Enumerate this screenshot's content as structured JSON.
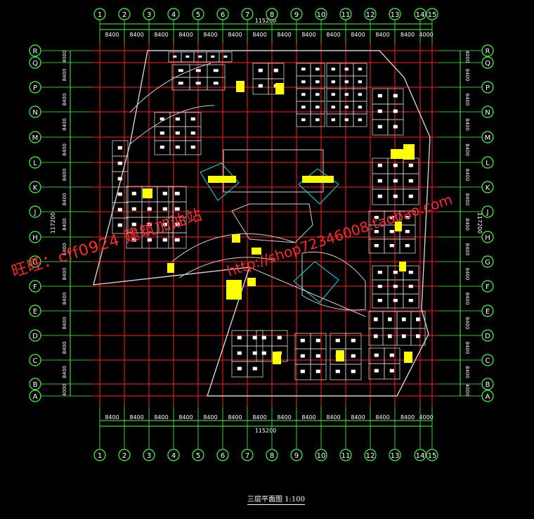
{
  "drawing": {
    "title": "三层平面图 1:100",
    "grid_columns": [
      "1",
      "2",
      "3",
      "4",
      "5",
      "6",
      "7",
      "8",
      "9",
      "10",
      "11",
      "12",
      "13",
      "14",
      "15"
    ],
    "grid_rows_top_to_bottom": [
      "R",
      "Q",
      "P",
      "N",
      "M",
      "L",
      "K",
      "J",
      "H",
      "G",
      "F",
      "E",
      "D",
      "C",
      "B",
      "A"
    ],
    "column_spacings": [
      "8400",
      "8400",
      "8400",
      "8400",
      "8400",
      "8400",
      "8400",
      "8400",
      "8400",
      "8400",
      "8400",
      "8400",
      "8400",
      "4000"
    ],
    "row_spacings_top_to_bottom": [
      "4000",
      "8400",
      "8400",
      "8400",
      "8400",
      "8400",
      "8400",
      "8400",
      "8400",
      "8400",
      "8400",
      "8400",
      "8400",
      "8400",
      "4000"
    ],
    "total_width": "115200",
    "total_height": "117200"
  },
  "watermark": {
    "left_text": "旺旺：cff0924  建筑加油站",
    "right_text": "http://shop72346008.taobao.com"
  },
  "colors": {
    "background": "#000000",
    "grid_axis": "#ff2020",
    "dimension": "#40ff40",
    "bubble_text": "#ffffff",
    "walls": "#cfcfcf",
    "secondary": "#00e0e0",
    "stairs": "#ffff00",
    "watermark": "#ff2a2a"
  }
}
